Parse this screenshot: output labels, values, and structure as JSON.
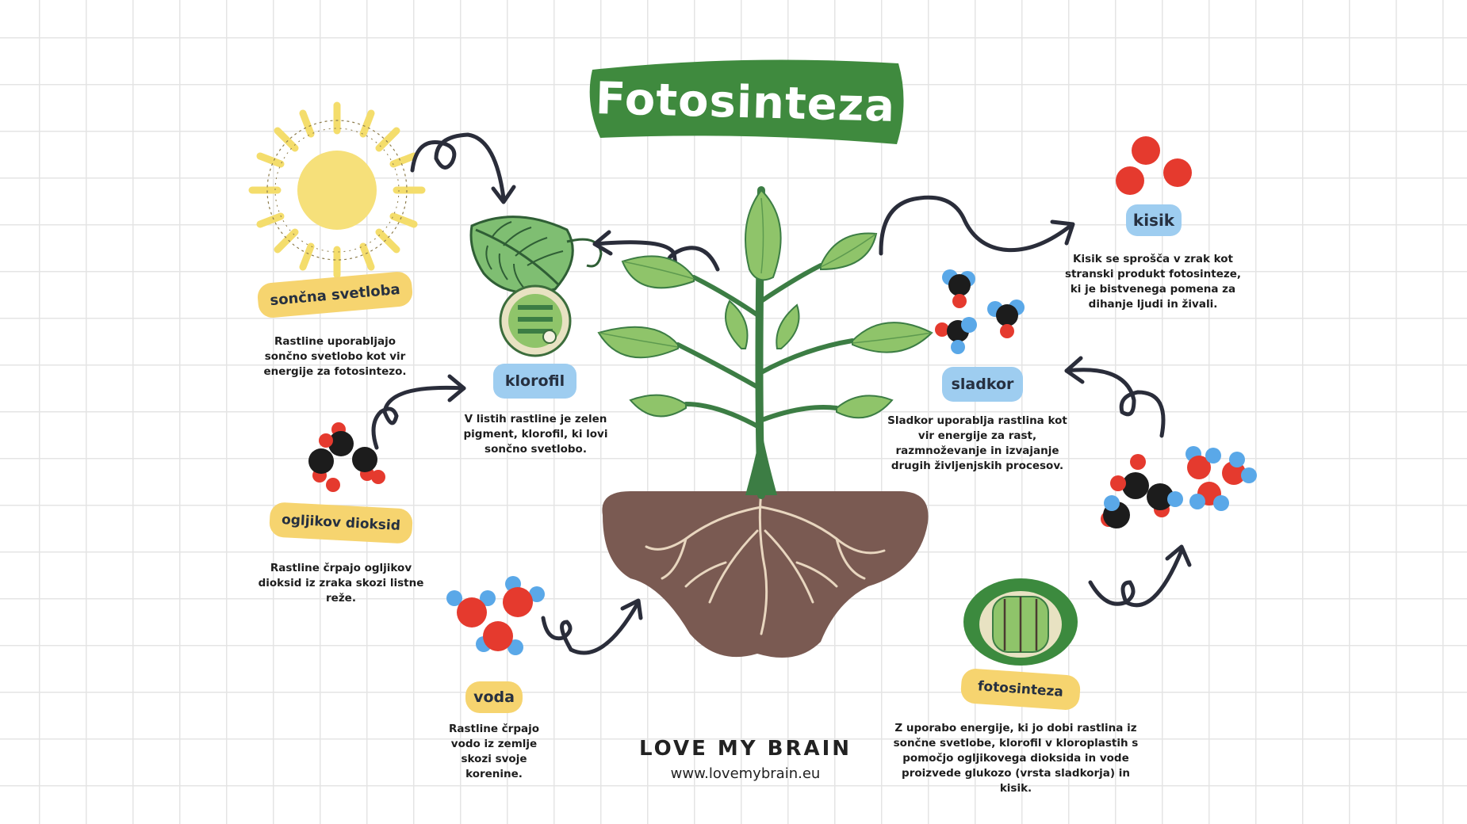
{
  "title": "Fotosinteza",
  "labels": {
    "sun": "sončna svetloba",
    "chlorophyll": "klorofil",
    "co2": "ogljikov dioksid",
    "water": "voda",
    "sugar": "sladkor",
    "oxygen": "kisik",
    "photosynthesis": "fotosinteza"
  },
  "descriptions": {
    "sun": "Rastline uporabljajo sončno svetlobo kot vir energije za fotosintezo.",
    "chlorophyll": "V listih rastline je zelen pigment, klorofil, ki lovi sončno svetlobo.",
    "co2": "Rastline črpajo ogljikov dioksid iz zraka skozi listne reže.",
    "water": "Rastline črpajo vodo iz zemlje skozi svoje korenine.",
    "sugar": "Sladkor uporablja rastlina kot vir energije za rast, razmnoževanje in izvajanje drugih življenjskih procesov.",
    "oxygen": "Kisik se sprošča v zrak kot stranski produkt fotosinteze, ki je bistvenega pomena za dihanje ljudi in živali.",
    "photosynthesis": "Z uporabo energije, ki jo dobi rastlina iz sončne svetlobe, klorofil v kloroplastih s pomočjo ogljikovega dioksida in vode proizvede glukozo (vrsta sladkorja) in kisik."
  },
  "brand": {
    "name": "LOVE MY BRAIN",
    "url": "www.lovemybrain.eu"
  },
  "colors": {
    "banner": "#3f8a3e",
    "pill_blue": "#9ecdf0",
    "pill_yellow": "#f6d46f",
    "arrow": "#2a2d3a",
    "soil": "#7a5a52",
    "leaf": "#8fc46a",
    "stem": "#3c7d44"
  }
}
